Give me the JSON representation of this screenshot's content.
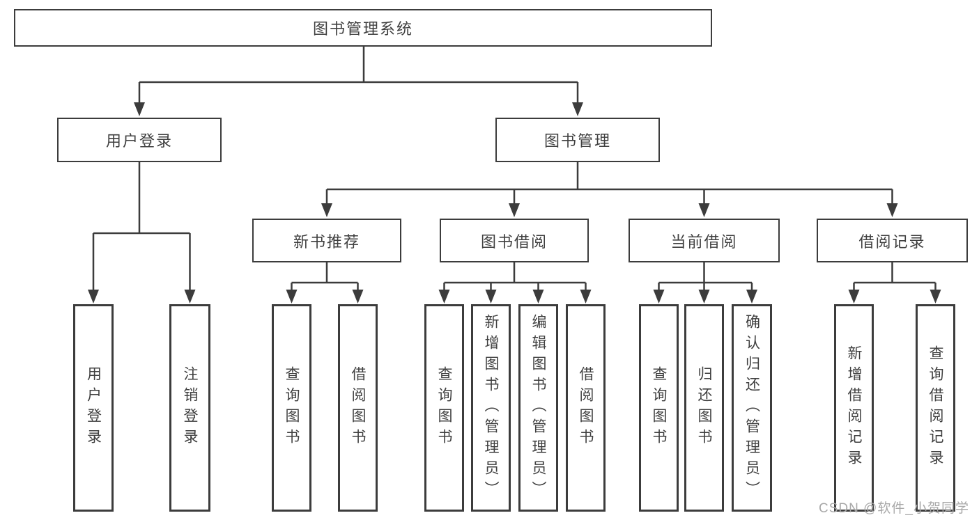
{
  "diagram": {
    "root": {
      "label": "图书管理系统"
    },
    "level2": {
      "user_login": {
        "label": "用户登录"
      },
      "book_mgmt": {
        "label": "图书管理"
      }
    },
    "level3": {
      "new_books": {
        "label": "新书推荐"
      },
      "book_borrow": {
        "label": "图书借阅"
      },
      "current_borrow": {
        "label": "当前借阅"
      },
      "borrow_records": {
        "label": "借阅记录"
      }
    },
    "leaves": {
      "user_login_leaf": {
        "label": "用户登录"
      },
      "logout": {
        "label": "注销登录"
      },
      "query_books_new": {
        "label": "查询图书"
      },
      "borrow_books_new": {
        "label": "借阅图书"
      },
      "query_books_borrow": {
        "label": "查询图书"
      },
      "add_books": {
        "label": "新增图书（管理员）"
      },
      "edit_books": {
        "label": "编辑图书（管理员）"
      },
      "borrow_books_borrow": {
        "label": "借阅图书"
      },
      "query_books_current": {
        "label": "查询图书"
      },
      "return_books": {
        "label": "归还图书"
      },
      "confirm_return": {
        "label": "确认归还（管理员）"
      },
      "add_record": {
        "label": "新增借阅记录"
      },
      "query_record": {
        "label": "查询借阅记录"
      }
    },
    "watermark": "CSDN @软件_小贺同学",
    "colors": {
      "line": "#3c3c3c",
      "text": "#3f3f3f",
      "background": "#ffffff",
      "watermark": "#a8a8a8"
    }
  }
}
